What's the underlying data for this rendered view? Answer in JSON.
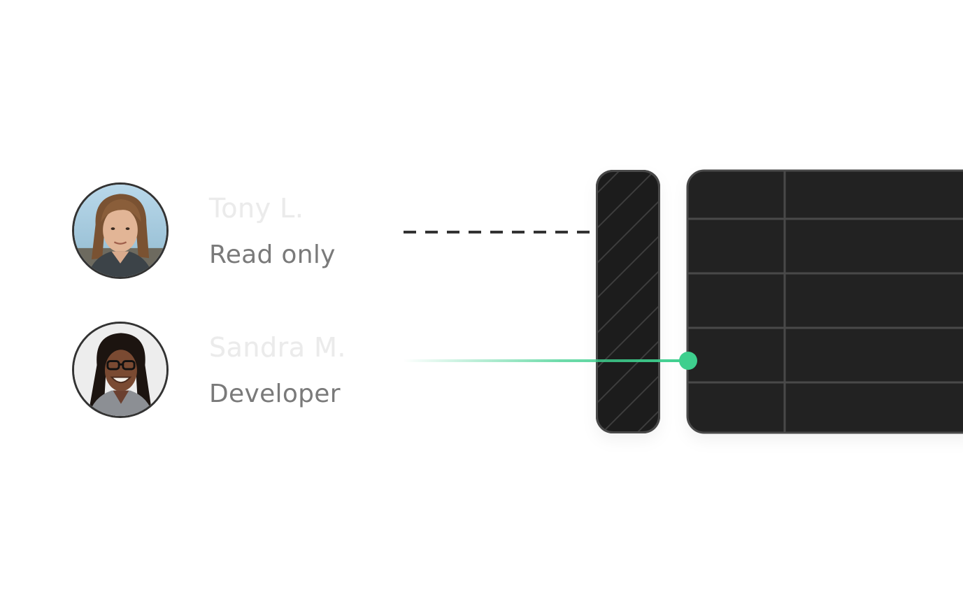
{
  "users": [
    {
      "name": "Tony L.",
      "role": "Read only",
      "avatar_icon": "person-avatar",
      "access": "none"
    },
    {
      "name": "Sandra M.",
      "role": "Developer",
      "avatar_icon": "person-avatar",
      "access": "granted"
    }
  ],
  "colors": {
    "accent_green": "#3ecf8e",
    "panel_dark": "#232323",
    "panel_border": "#4a4a4a",
    "role_text": "#7a7a7a",
    "name_text": "#ebebeb",
    "dashed_line": "#333333"
  },
  "table": {
    "rows": 5,
    "columns": 2
  }
}
